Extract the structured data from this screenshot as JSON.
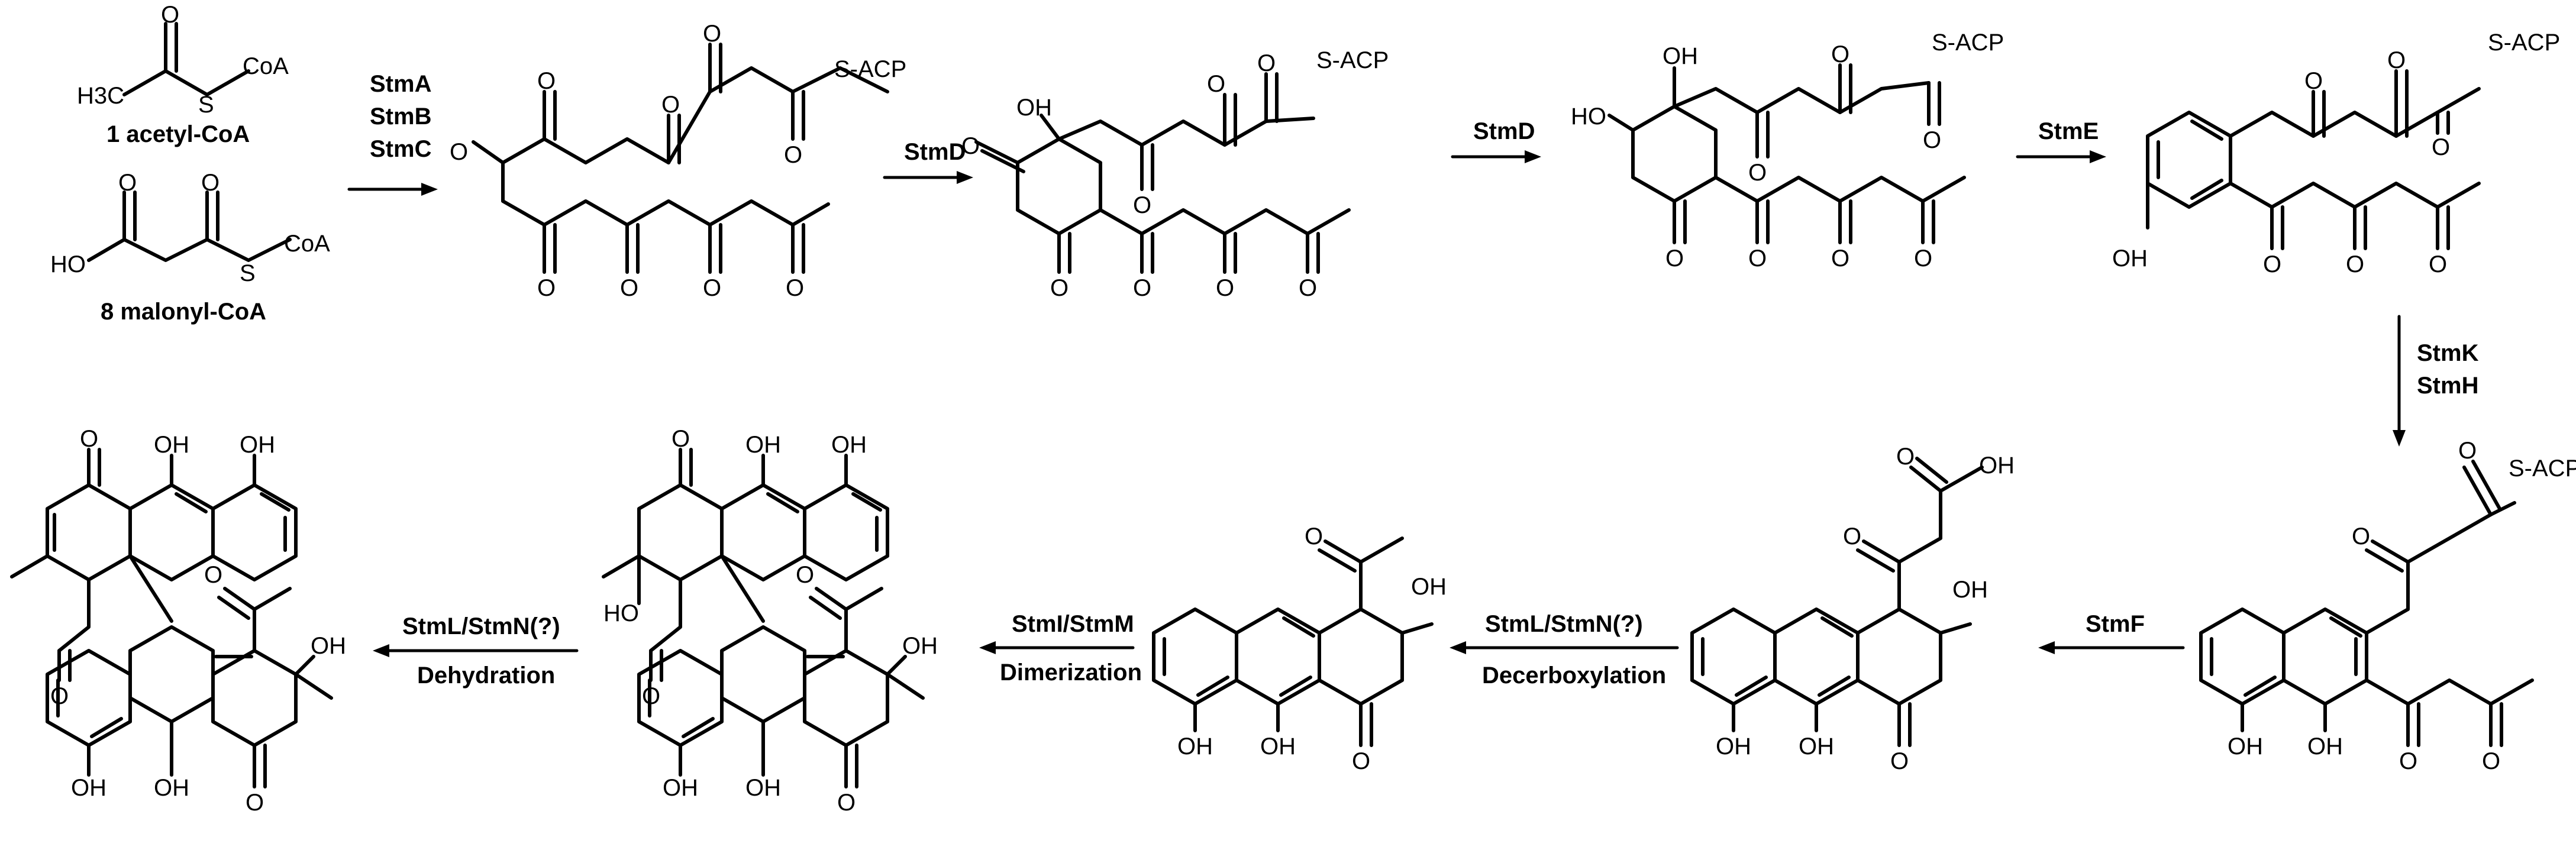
{
  "substrates": {
    "acetyl_label": "1 acetyl-CoA",
    "malonyl_label": "8 malonyl-CoA",
    "acetyl_h3c": "H3C",
    "coa": "CoA",
    "s": "S",
    "ho": "HO"
  },
  "atoms": {
    "o": "O",
    "oh": "OH",
    "ho": "HO",
    "s_acp": "S-ACP"
  },
  "steps": {
    "step1_enzymes": [
      "StmA",
      "StmB",
      "StmC"
    ],
    "step2_enzyme": "StmD",
    "step3_enzyme": "StmD",
    "step4_enzyme": "StmE",
    "step5_enzymes": [
      "StmK",
      "StmH"
    ],
    "step6_enzyme": "StmF",
    "step7_enzyme": "StmL/StmN(?)",
    "step7_process": "Decerboxylation",
    "step8_enzyme": "StmI/StmM",
    "step8_process": "Dimerization",
    "step9_enzyme": "StmL/StmN(?)",
    "step9_process": "Dehydration"
  }
}
